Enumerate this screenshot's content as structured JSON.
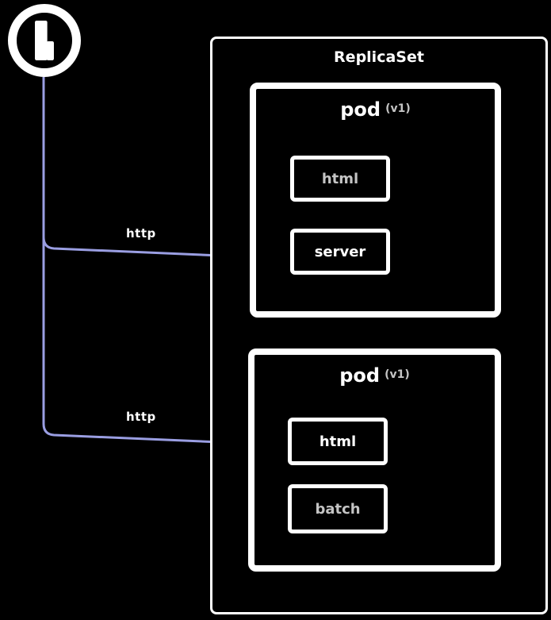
{
  "colors": {
    "background": "#000000",
    "border": "#ffffff",
    "line": "#9a9ee2",
    "dot_ring": "#8b8bf2",
    "dot_halo": "#9c9c9c",
    "muted_text": "#c4c4c4",
    "icon_fill": "#ffffff"
  },
  "client": {
    "icon": "phone-icon"
  },
  "connections": [
    {
      "label": "http"
    },
    {
      "label": "http"
    }
  ],
  "replicaset": {
    "title": "ReplicaSet",
    "pods": [
      {
        "name": "pod",
        "tag": "(v1)",
        "containers": [
          {
            "label": "html"
          },
          {
            "label": "server"
          }
        ]
      },
      {
        "name": "pod",
        "tag": "(v1)",
        "containers": [
          {
            "label": "html"
          },
          {
            "label": "batch"
          }
        ]
      }
    ]
  }
}
